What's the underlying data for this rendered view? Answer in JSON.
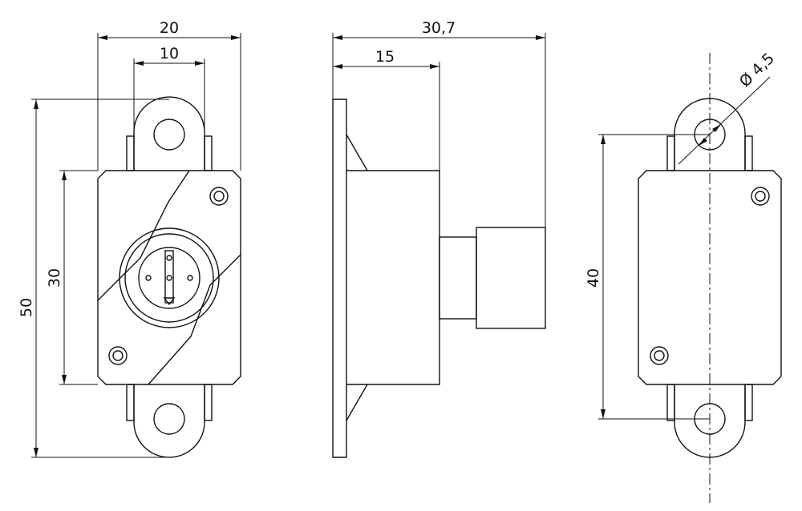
{
  "front_view": {
    "width_overall": "20",
    "width_between_tabs": "10",
    "height_overall": "50",
    "height_body": "30"
  },
  "side_view": {
    "depth_overall": "30,7",
    "depth_body": "15"
  },
  "rear_view": {
    "hole_diameter": "Ø 4,5",
    "hole_spacing": "40"
  }
}
